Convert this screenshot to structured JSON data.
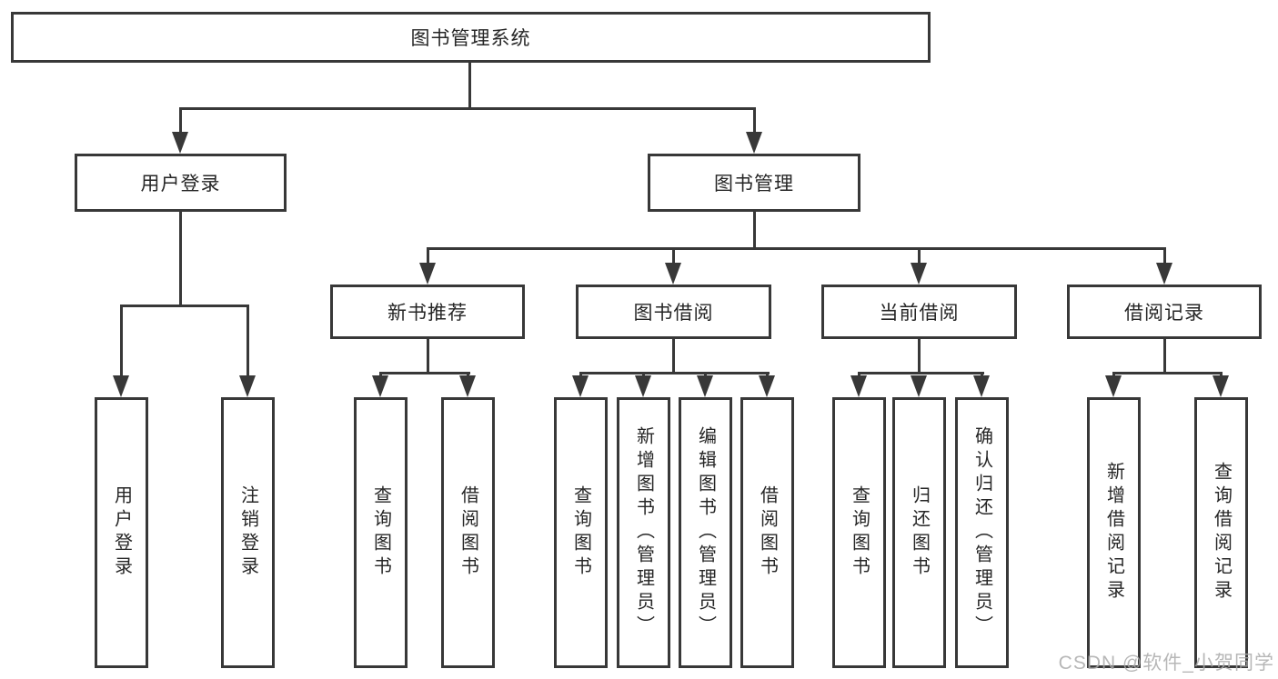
{
  "diagram": {
    "root": {
      "label": "图书管理系统"
    },
    "user_login": {
      "label": "用户登录",
      "children": [
        {
          "label": "用户登录"
        },
        {
          "label": "注销登录"
        }
      ]
    },
    "book_management": {
      "label": "图书管理",
      "children": [
        {
          "label": "新书推荐",
          "children": [
            {
              "label": "查询图书"
            },
            {
              "label": "借阅图书"
            }
          ]
        },
        {
          "label": "图书借阅",
          "children": [
            {
              "label": "查询图书"
            },
            {
              "label": "新增图书（管理员）"
            },
            {
              "label": "编辑图书（管理员）"
            },
            {
              "label": "借阅图书"
            }
          ]
        },
        {
          "label": "当前借阅",
          "children": [
            {
              "label": "查询图书"
            },
            {
              "label": "归还图书"
            },
            {
              "label": "确认归还（管理员）"
            }
          ]
        },
        {
          "label": "借阅记录",
          "children": [
            {
              "label": "新增借阅记录"
            },
            {
              "label": "查询借阅记录"
            }
          ]
        }
      ]
    }
  },
  "watermark": {
    "text": "CSDN @软件_小贺同学"
  },
  "colors": {
    "line": "#383838",
    "text": "#262626",
    "watermark": "#aaaaaa",
    "background": "#ffffff"
  }
}
